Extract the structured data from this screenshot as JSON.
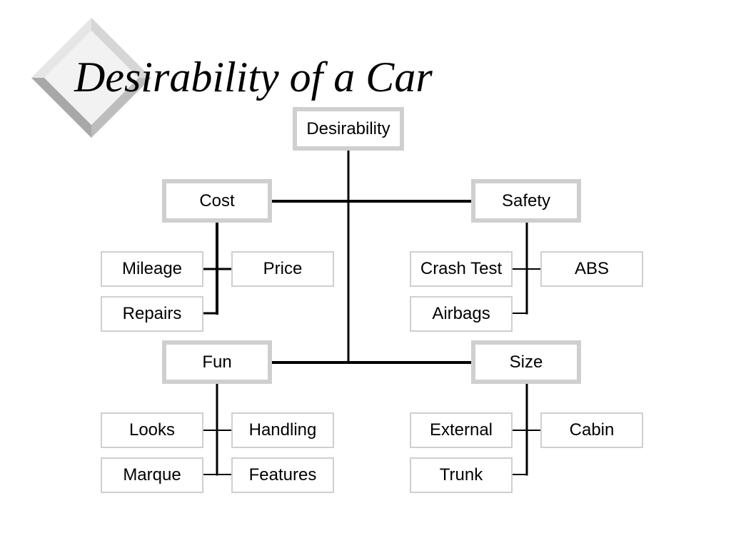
{
  "slide": {
    "title": "Desirability of a Car"
  },
  "tree": {
    "root": "Desirability",
    "cost": {
      "label": "Cost",
      "children": [
        "Mileage",
        "Price",
        "Repairs"
      ]
    },
    "safety": {
      "label": "Safety",
      "children": [
        "Crash Test",
        "ABS",
        "Airbags"
      ]
    },
    "fun": {
      "label": "Fun",
      "children": [
        "Looks",
        "Handling",
        "Marque",
        "Features"
      ]
    },
    "size": {
      "label": "Size",
      "children": [
        "External",
        "Cabin",
        "Trunk"
      ]
    }
  },
  "colors": {
    "box_border": "#cfcfcf",
    "bevel_light": "#f2f2f2",
    "bevel_dark": "#bdbdbd",
    "connector": "#000000"
  }
}
